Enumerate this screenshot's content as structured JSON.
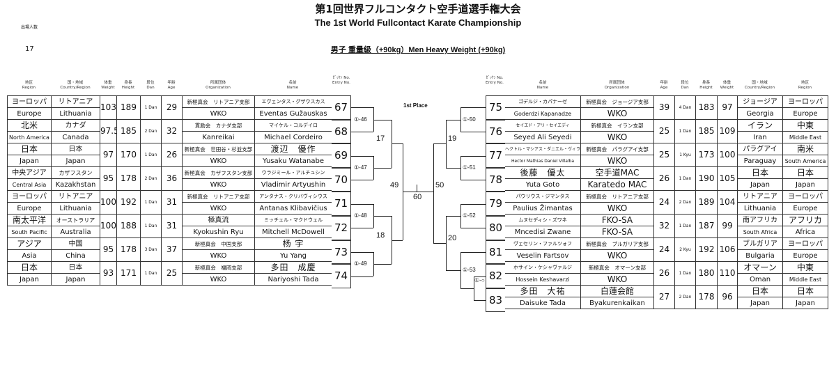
{
  "title_ja": "第1回世界フルコンタクト空手道選手権大会",
  "title_en": "The 1st World Fullcontact Karate Championship",
  "entrants_label": "出場人数",
  "entrants_count": "17",
  "division": "男子 重量級（+90kg）Men Heavy Weight (+90kg)",
  "first_place": "1st Place",
  "headers_left": [
    {
      "ja": "地区",
      "en": "Region"
    },
    {
      "ja": "国・地域",
      "en": "Country/Region"
    },
    {
      "ja": "体重",
      "en": "Weight"
    },
    {
      "ja": "身長",
      "en": "Height"
    },
    {
      "ja": "段位",
      "en": "Dan"
    },
    {
      "ja": "年齢",
      "en": "Age"
    },
    {
      "ja": "所属団体",
      "en": "Organization"
    },
    {
      "ja": "名前",
      "en": "Name"
    },
    {
      "ja": "ｾﾞｯｹﾝ No.",
      "en": "Entry No."
    }
  ],
  "headers_right": [
    {
      "ja": "ｾﾞｯｹﾝ No.",
      "en": "Entry No."
    },
    {
      "ja": "名前",
      "en": "Name"
    },
    {
      "ja": "所属団体",
      "en": "Organization"
    },
    {
      "ja": "年齢",
      "en": "Age"
    },
    {
      "ja": "段位",
      "en": "Dan"
    },
    {
      "ja": "身長",
      "en": "Height"
    },
    {
      "ja": "体重",
      "en": "Weight"
    },
    {
      "ja": "国・地域",
      "en": "Country/Region"
    },
    {
      "ja": "地区",
      "en": "Region"
    }
  ],
  "left": [
    {
      "region_ja": "ヨーロッパ",
      "region_en": "Europe",
      "country_ja": "リトアニア",
      "country_en": "Lithuania",
      "weight": "103",
      "height": "189",
      "dan": "1 Dan",
      "age": "29",
      "org_ja": "新極真会　リトアニア支部",
      "org_en": "WKO",
      "name_ja": "エヴェンタス・グザウスカス",
      "name_en": "Eventas Gužauskas",
      "entry": "67"
    },
    {
      "region_ja": "北米",
      "region_en": "North America",
      "country_ja": "カナダ",
      "country_en": "Canada",
      "weight": "97.5",
      "height": "185",
      "dan": "2 Dan",
      "age": "32",
      "org_ja": "貫励会　カナダ支部",
      "org_en": "Kanreikai",
      "name_ja": "マイケル・コルデイロ",
      "name_en": "Michael Cordeiro",
      "entry": "68"
    },
    {
      "region_ja": "日本",
      "region_en": "Japan",
      "country_ja": "日本",
      "country_en": "Japan",
      "weight": "97",
      "height": "170",
      "dan": "1 Dan",
      "age": "26",
      "org_ja": "新極真会　世田谷・杉並支部",
      "org_en": "WKO",
      "name_ja": "渡辺　優作",
      "name_en": "Yusaku Watanabe",
      "entry": "69"
    },
    {
      "region_ja": "中央アジア",
      "region_en": "Central Asia",
      "country_ja": "カザフスタン",
      "country_en": "Kazakhstan",
      "weight": "95",
      "height": "178",
      "dan": "2 Dan",
      "age": "36",
      "org_ja": "新極真会　カザフスタン支部",
      "org_en": "WKO",
      "name_ja": "ウラジミール・アルチュシン",
      "name_en": "Vladimir Artyushin",
      "entry": "70"
    },
    {
      "region_ja": "ヨーロッパ",
      "region_en": "Europe",
      "country_ja": "リトアニア",
      "country_en": "Lithuania",
      "weight": "100",
      "height": "192",
      "dan": "1 Dan",
      "age": "31",
      "org_ja": "新極真会　リトアニア支部",
      "org_en": "WKO",
      "name_ja": "アンタナス・クリバヴィシウス",
      "name_en": "Antanas Klibavičius",
      "entry": "71"
    },
    {
      "region_ja": "南太平洋",
      "region_en": "South Pacific",
      "country_ja": "オーストラリア",
      "country_en": "Australia",
      "weight": "100",
      "height": "188",
      "dan": "1 Dan",
      "age": "31",
      "org_ja": "極真流",
      "org_en": "Kyokushin Ryu",
      "name_ja": "ミッチェル・マクドウェル",
      "name_en": "Mitchell McDowell",
      "entry": "72"
    },
    {
      "region_ja": "アジア",
      "region_en": "Asia",
      "country_ja": "中国",
      "country_en": "China",
      "weight": "95",
      "height": "178",
      "dan": "3 Dan",
      "age": "37",
      "org_ja": "新極真会　中国支部",
      "org_en": "WKO",
      "name_ja": "杨 宇",
      "name_en": "Yu Yang",
      "entry": "73"
    },
    {
      "region_ja": "日本",
      "region_en": "Japan",
      "country_ja": "日本",
      "country_en": "Japan",
      "weight": "93",
      "height": "171",
      "dan": "1 Dan",
      "age": "25",
      "org_ja": "新極真会　福岡支部",
      "org_en": "WKO",
      "name_ja": "多田　成慶",
      "name_en": "Nariyoshi Tada",
      "entry": "74"
    }
  ],
  "right": [
    {
      "region_ja": "ヨーロッパ",
      "region_en": "Europe",
      "country_ja": "ジョージア",
      "country_en": "Georgia",
      "weight": "97",
      "height": "183",
      "dan": "4 Dan",
      "age": "39",
      "org_ja": "新極真会　ジョージア支部",
      "org_en": "WKO",
      "name_ja": "ゴデルジ・カパナーゼ",
      "name_en": "Goderdzi Kapanadze",
      "entry": "75"
    },
    {
      "region_ja": "中東",
      "region_en": "Middle East",
      "country_ja": "イラン",
      "country_en": "Iran",
      "weight": "109",
      "height": "185",
      "dan": "1 Dan",
      "age": "25",
      "org_ja": "新極真会　イラン支部",
      "org_en": "WKO",
      "name_ja": "セイエド・アリ・セイエディ",
      "name_en": "Seyed Ali Seyedi",
      "entry": "76"
    },
    {
      "region_ja": "南米",
      "region_en": "South America",
      "country_ja": "パラグアイ",
      "country_en": "Paraguay",
      "weight": "100",
      "height": "173",
      "dan": "1 Kyu",
      "age": "25",
      "org_ja": "新極真会　パラグアイ支部",
      "org_en": "WKO",
      "name_ja": "ヘクトル・マシアス・ダニエル・ヴィラルバ",
      "name_en": "Hector Mathias Daniel Villalba",
      "entry": "77"
    },
    {
      "region_ja": "日本",
      "region_en": "Japan",
      "country_ja": "日本",
      "country_en": "Japan",
      "weight": "105",
      "height": "190",
      "dan": "1 Dan",
      "age": "26",
      "org_ja": "空手道MAC",
      "org_en": "Karatedo MAC",
      "name_ja": "後藤　優太",
      "name_en": "Yuta Goto",
      "entry": "78"
    },
    {
      "region_ja": "ヨーロッパ",
      "region_en": "Europe",
      "country_ja": "リトアニア",
      "country_en": "Lithuania",
      "weight": "104",
      "height": "189",
      "dan": "2 Dan",
      "age": "24",
      "org_ja": "新極真会　リトアニア支部",
      "org_en": "WKO",
      "name_ja": "パウリウス・ジマンタス",
      "name_en": "Paulius Žimantas",
      "entry": "79"
    },
    {
      "region_ja": "アフリカ",
      "region_en": "Africa",
      "country_ja": "南アフリカ",
      "country_en": "South Africa",
      "weight": "99",
      "height": "187",
      "dan": "1 Dan",
      "age": "32",
      "org_ja": "FKO-SA",
      "org_en": "FKO-SA",
      "name_ja": "ムヌセディシ・ズワネ",
      "name_en": "Mncedisi Zwane",
      "entry": "80"
    },
    {
      "region_ja": "ヨーロッパ",
      "region_en": "Europe",
      "country_ja": "ブルガリア",
      "country_en": "Bulgaria",
      "weight": "106",
      "height": "192",
      "dan": "2 Kyu",
      "age": "24",
      "org_ja": "新極真会　ブルガリア支部",
      "org_en": "WKO",
      "name_ja": "ヴェセリン・ファルツォフ",
      "name_en": "Veselin Fartsov",
      "entry": "81"
    },
    {
      "region_ja": "中東",
      "region_en": "Middle East",
      "country_ja": "オマーン",
      "country_en": "Oman",
      "weight": "110",
      "height": "180",
      "dan": "1 Dan",
      "age": "26",
      "org_ja": "新極真会　オマーン支部",
      "org_en": "WKO",
      "name_ja": "ホサイン・ケシャヴァルジ",
      "name_en": "Hossein Keshavarzi",
      "entry": "82"
    },
    {
      "region_ja": "日本",
      "region_en": "Japan",
      "country_ja": "日本",
      "country_en": "Japan",
      "weight": "96",
      "height": "178",
      "dan": "2 Dan",
      "age": "27",
      "org_ja": "白蓮会館",
      "org_en": "Byakurenkaikan",
      "name_ja": "多田　大祐",
      "name_en": "Daisuke Tada",
      "entry": "83"
    }
  ],
  "matches": {
    "m46": "①-46",
    "m47": "①-47",
    "m48": "①-48",
    "m49": "①-49",
    "m50": "①-50",
    "m51": "①-51",
    "m52": "①-52",
    "m53": "①-53",
    "m17": "17",
    "m18": "18",
    "m19": "19",
    "m20": "20",
    "m49b": "49",
    "m50b": "50",
    "m60": "60",
    "prelim": "①-○"
  }
}
